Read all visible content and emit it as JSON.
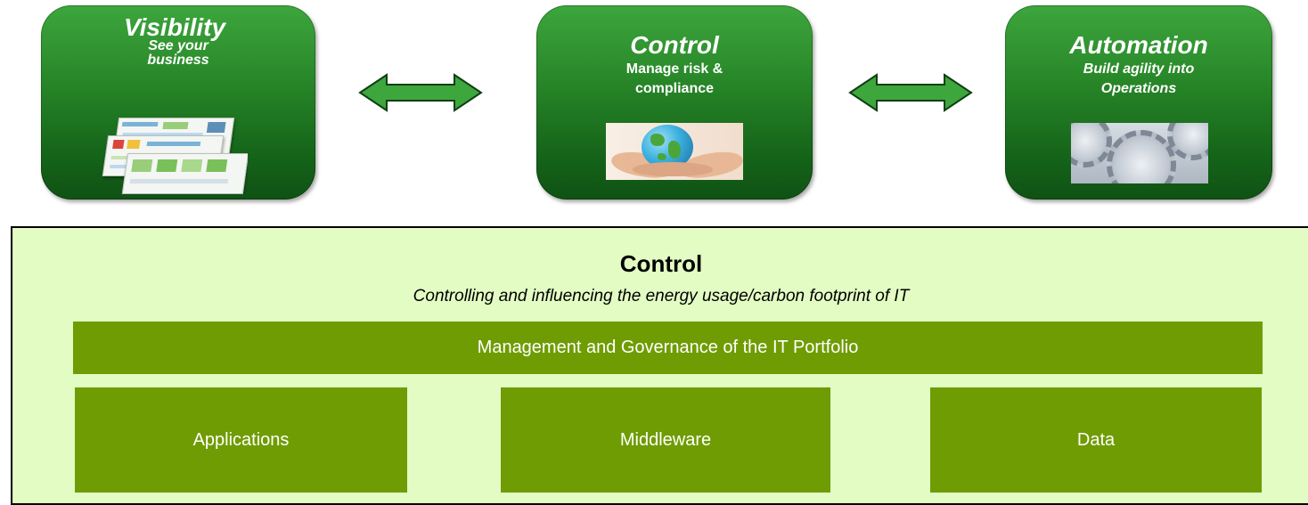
{
  "pillars": [
    {
      "title": "Visibility",
      "subtitle_line1": "See your",
      "subtitle_line2": "business",
      "image_icon": "dashboard-screens-icon"
    },
    {
      "title": "Control",
      "subtitle_line1": "Manage risk &",
      "subtitle_line2": "compliance",
      "image_icon": "globe-in-hands-icon"
    },
    {
      "title": "Automation",
      "subtitle_line1": "Build agility into",
      "subtitle_line2": "Operations",
      "image_icon": "gears-icon"
    }
  ],
  "arrows": {
    "icon": "double-headed-arrow-icon",
    "fill_color": "#3da63d",
    "stroke_color": "#0f3f12"
  },
  "control_panel": {
    "title": "Control",
    "subtitle": "Controlling and influencing the energy usage/carbon footprint of IT",
    "governance_label": "Management and Governance of the IT Portfolio",
    "blocks": [
      {
        "label": "Applications"
      },
      {
        "label": "Middleware"
      },
      {
        "label": "Data"
      }
    ],
    "colors": {
      "background": "#e2fcc3",
      "block": "#6f9c02"
    }
  }
}
